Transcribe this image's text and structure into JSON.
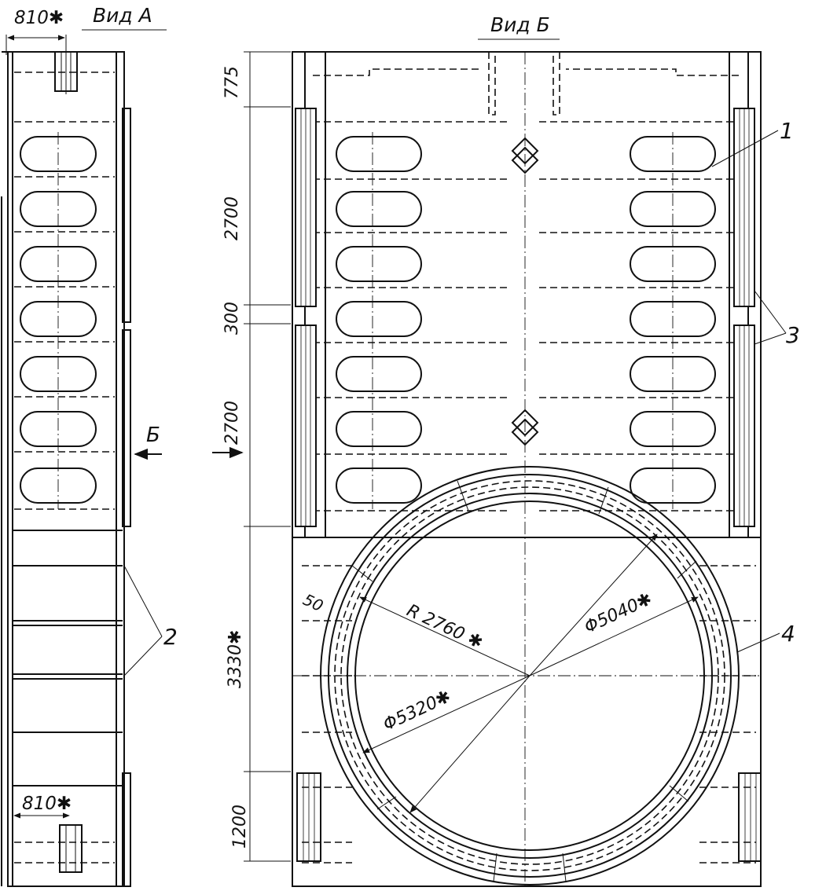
{
  "views": {
    "view_a": "Вид А",
    "view_b": "Вид Б"
  },
  "dimensions": {
    "width_top": "810✱",
    "width_bottom": "810✱",
    "d775": "775",
    "d2700a": "2700",
    "d300": "300",
    "d2700b": "2700",
    "d3330": "3330✱",
    "d1200": "1200",
    "radius": "R 2760 ✱",
    "phi5040": "Φ5040✱",
    "phi5320": "Φ5320✱",
    "d50": "50",
    "arrow_b": "Б"
  },
  "callouts": {
    "c1": "1",
    "c2": "2",
    "c3": "3",
    "c4": "4"
  }
}
